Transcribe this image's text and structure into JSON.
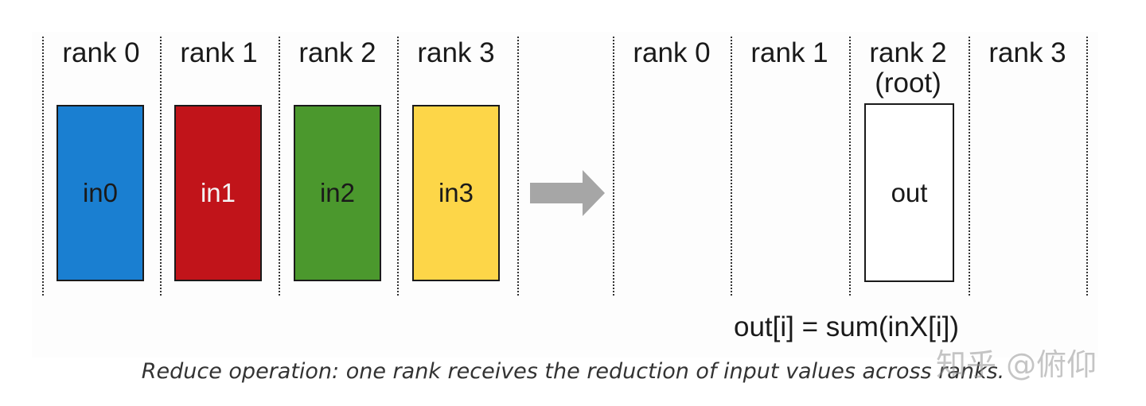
{
  "before": {
    "ranks": [
      {
        "label": "rank 0",
        "buffer": "in0",
        "fill": "#1a7fd1",
        "text_color": "#1a1a1a"
      },
      {
        "label": "rank 1",
        "buffer": "in1",
        "fill": "#c1141a",
        "text_color": "#f4f4f4"
      },
      {
        "label": "rank 2",
        "buffer": "in2",
        "fill": "#4b982d",
        "text_color": "#1a1a1a"
      },
      {
        "label": "rank 3",
        "buffer": "in3",
        "fill": "#fdd648",
        "text_color": "#1a1a1a"
      }
    ]
  },
  "after": {
    "ranks": [
      {
        "label": "rank 0"
      },
      {
        "label": "rank 1"
      },
      {
        "label": "rank 2",
        "sublabel": "(root)",
        "buffer": "out",
        "fill": "#ffffff"
      },
      {
        "label": "rank 3"
      }
    ]
  },
  "formula": "out[i] = sum(inX[i])",
  "caption": "Reduce operation: one rank receives the reduction of input values across ranks.",
  "watermark": "知乎 @俯仰",
  "arrow_color": "#a6a6a6"
}
